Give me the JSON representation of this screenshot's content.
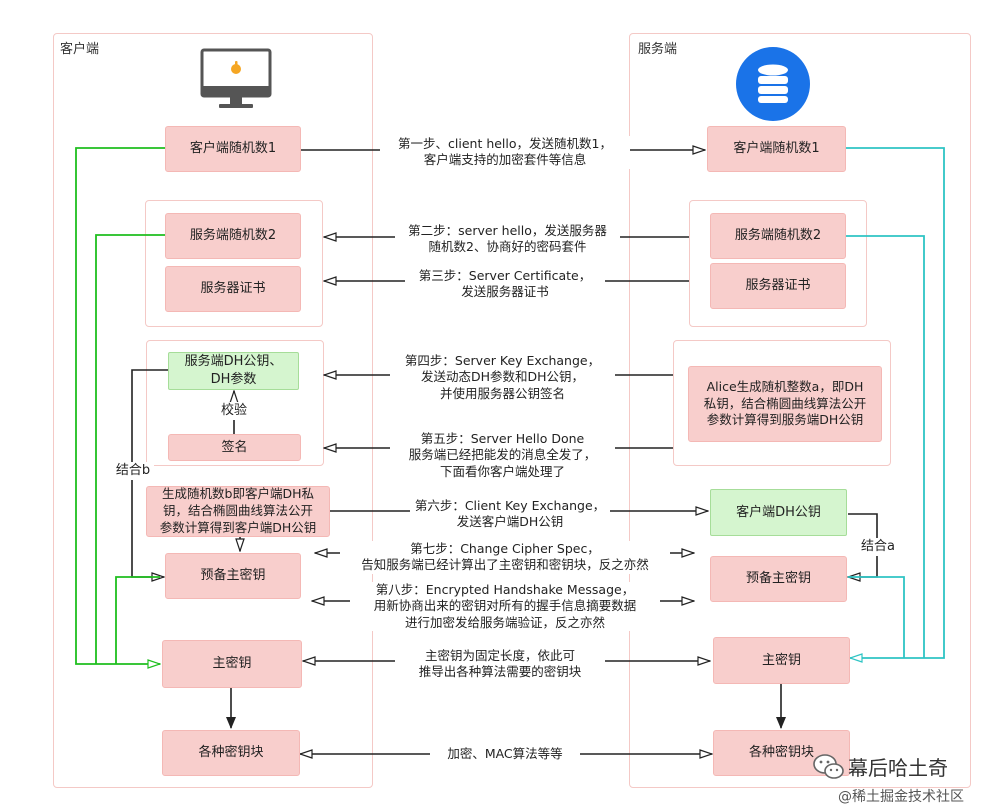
{
  "client": {
    "title": "客户端",
    "random1": "客户端随机数1",
    "random2": "服务端随机数2",
    "cert": "服务器证书",
    "dh_server_pub": "服务端DH公钥、\nDH参数",
    "verify": "校验",
    "signature": "签名",
    "combine": "结合b",
    "gen_b": "生成随机数b即客户端DH私\n钥，结合椭圆曲线算法公开\n参数计算得到客户端DH公钥",
    "premaster": "预备主密钥",
    "master": "主密钥",
    "keys": "各种密钥块"
  },
  "server": {
    "title": "服务端",
    "random1": "客户端随机数1",
    "random2": "服务端随机数2",
    "cert": "服务器证书",
    "alice": "Alice生成随机整数a，即DH\n私钥，结合椭圆曲线算法公开\n参数计算得到服务端DH公钥",
    "client_dh_pub": "客户端DH公钥",
    "combine": "结合a",
    "premaster": "预备主密钥",
    "master": "主密钥",
    "keys": "各种密钥块"
  },
  "steps": {
    "s1": "第一步、client hello，发送随机数1，\n客户端支持的加密套件等信息",
    "s2": "第二步：server hello，发送服务器\n随机数2、协商好的密码套件",
    "s3": "第三步：Server Certificate，\n发送服务器证书",
    "s4": "第四步：Server Key Exchange，\n发送动态DH参数和DH公钥，\n并使用服务器公钥签名",
    "s5": "第五步：Server Hello Done\n服务端已经把能发的消息全发了，\n下面看你客户端处理了",
    "s6": "第六步：Client Key Exchange，\n发送客户端DH公钥",
    "s7": "第七步：Change Cipher Spec，\n告知服务端已经计算出了主密钥和密钥块，反之亦然",
    "s8": "第八步：Encrypted Handshake Message，\n用新协商出来的密钥对所有的握手信息摘要数据\n进行加密发给服务端验证，反之亦然",
    "master_note": "主密钥为固定长度，依此可\n推导出各种算法需要的密钥块",
    "keys_note": "加密、MAC算法等等"
  },
  "watermark": {
    "name": "幕后哈土奇",
    "community": "@稀土掘金技术社区"
  },
  "colors": {
    "pink_fill": "#f8cecc",
    "green_fill": "#d5f5cf",
    "client_line": "#1fbf1f",
    "server_line": "#2ec4c4",
    "server_icon": "#1a73e8"
  },
  "icons": {
    "client": "desktop-computer-icon",
    "server": "database-icon",
    "watermark": "wechat-icon"
  }
}
